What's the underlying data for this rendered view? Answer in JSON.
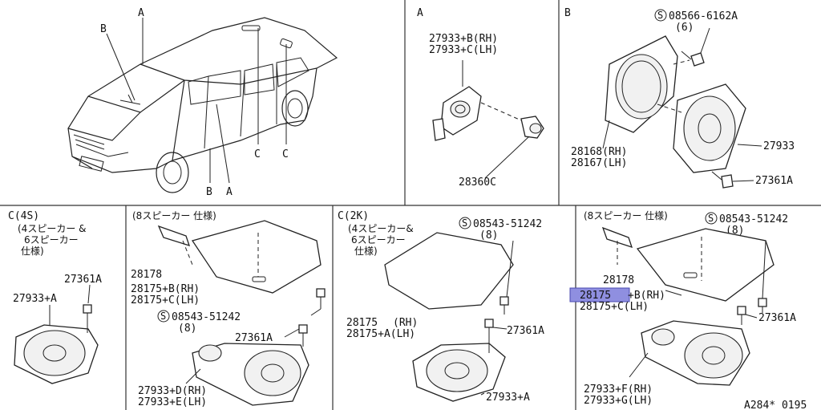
{
  "panels": {
    "car": {
      "callouts": [
        "B",
        "A",
        "C",
        "C",
        "B",
        "A"
      ]
    },
    "a": {
      "title": "A",
      "labels": {
        "rh": "27933+B(RH)",
        "lh": "27933+C(LH)",
        "clip": "28360C"
      }
    },
    "b": {
      "title": "B",
      "labels": {
        "screw_num": "08566-6162A",
        "screw_qty": "(6)",
        "bracket_rh": "28168(RH)",
        "bracket_lh": "28167(LH)",
        "speaker": "27933",
        "screw2": "27361A"
      }
    },
    "c1": {
      "title": "C(4S)",
      "note": [
        "(4スピーカー &",
        "6スピーカー",
        "仕様)"
      ],
      "labels": {
        "screw": "27361A",
        "speaker": "27933+A"
      }
    },
    "c2": {
      "title": "(8スピーカー 仕様)",
      "labels": {
        "grille_part": "28178",
        "grille_rh": "28175+B(RH)",
        "grille_lh": "28175+C(LH)",
        "screw_num": "08543-51242",
        "screw_qty": "(8)",
        "screw": "27361A",
        "spk_rh": "27933+D(RH)",
        "spk_lh": "27933+E(LH)"
      }
    },
    "c3": {
      "title": "C(2K)",
      "note": [
        "(4スピーカー&",
        "6スピーカー",
        "仕様)"
      ],
      "labels": {
        "screw_num": "08543-51242",
        "screw_qty": "(8)",
        "grille": "28175",
        "grille_rh": "(RH)",
        "grille_lh": "28175+A(LH)",
        "screw": "27361A",
        "speaker": "27933+A"
      }
    },
    "c4": {
      "title": "(8スピーカー 仕様)",
      "labels": {
        "screw_num": "08543-51242",
        "screw_qty": "(8)",
        "grille_part": "28178",
        "highlight": "28175",
        "grille_rh": "+B(RH)",
        "grille_lh": "28175+C(LH)",
        "screw": "27361A",
        "spk_rh": "27933+F(RH)",
        "spk_lh": "27933+G(LH)"
      }
    }
  },
  "footer": {
    "ref": "A284* 0195"
  },
  "colors": {
    "highlight": "#8f8fe0",
    "line": "#222222"
  },
  "icons": {
    "screw_symbol": "circled-s-icon"
  }
}
